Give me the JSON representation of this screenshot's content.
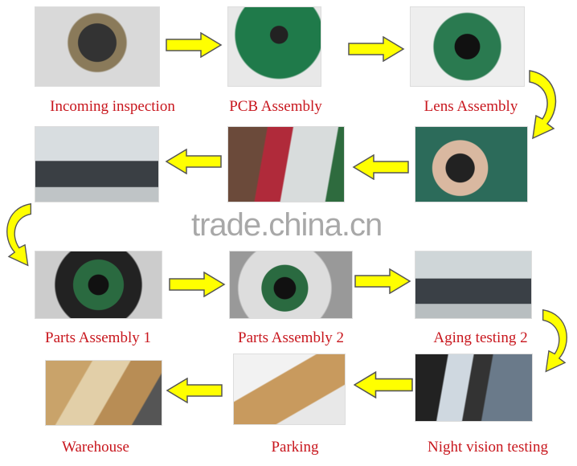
{
  "steps": {
    "incoming_inspection": "Incoming inspection",
    "pcb_assembly": "PCB Assembly",
    "lens_assembly": "Lens Assembly",
    "parts_assembly_1": "Parts Assembly 1",
    "parts_assembly_2": "Parts Assembly 2",
    "aging_testing_2": "Aging testing 2",
    "warehouse": "Warehouse",
    "parking": "Parking",
    "night_vision_testing": "Night vision testing"
  },
  "watermark": "trade.china.cn",
  "colors": {
    "label": "#c8161d",
    "arrow_fill": "#ffff00",
    "arrow_stroke": "#6b6b2a"
  }
}
